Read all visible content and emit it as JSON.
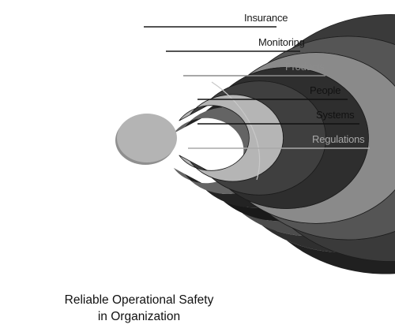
{
  "diagram": {
    "layers": [
      {
        "label": "Insurance",
        "color": "#3a3a3a",
        "label_color": "#1a1a1a"
      },
      {
        "label": "Monitoring",
        "color": "#555555",
        "label_color": "#1a1a1a"
      },
      {
        "label": "Products",
        "color": "#8a8a8a",
        "label_color": "#8c8c8c"
      },
      {
        "label": "People",
        "color": "#2e2e2e",
        "label_color": "#111111"
      },
      {
        "label": "Systems",
        "color": "#3f3f3f",
        "label_color": "#111111"
      },
      {
        "label": "Regulations",
        "color": "#b5b5b5",
        "label_color": "#a8a8a8"
      }
    ],
    "core_color": "#b4b4b4",
    "caption": {
      "line1": "Reliable Operational Safety",
      "line2": "in Organization"
    }
  }
}
